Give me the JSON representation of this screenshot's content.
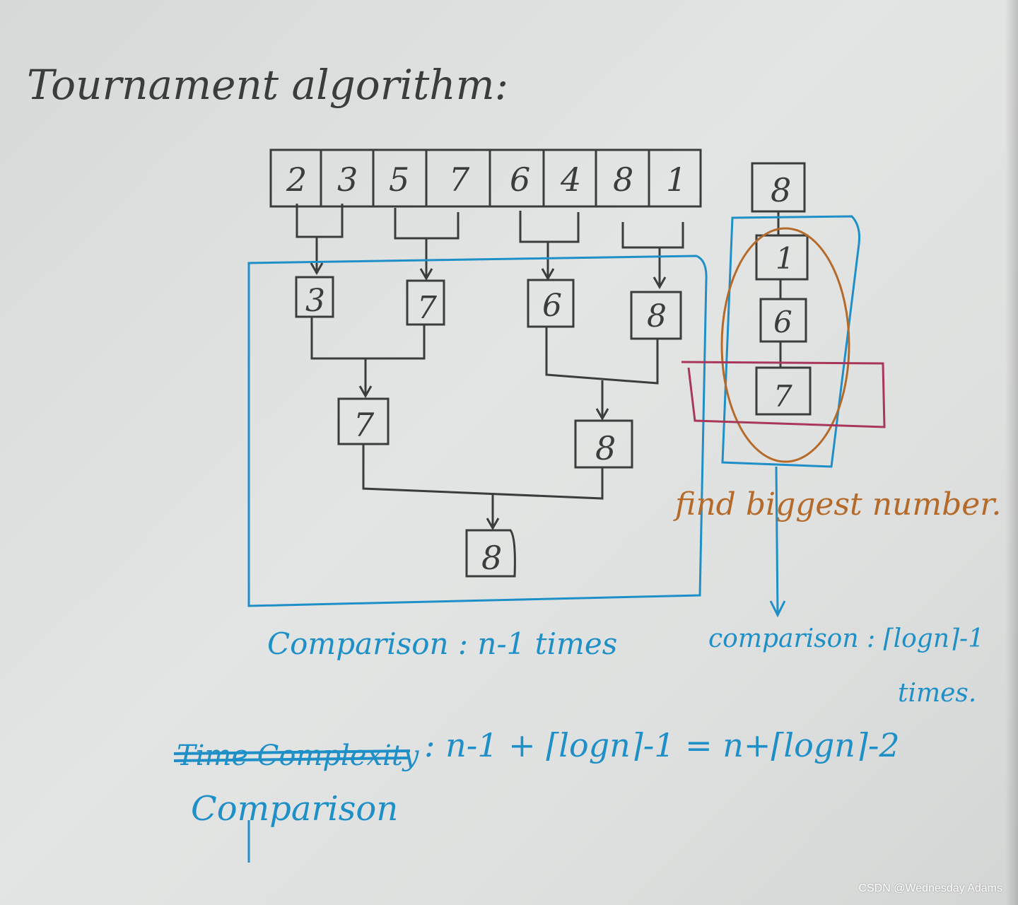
{
  "title": "Tournament algorithm:",
  "array_values": [
    "2",
    "3",
    "5",
    "7",
    "6",
    "4",
    "8",
    "1"
  ],
  "round1_winners": [
    "3",
    "7",
    "6",
    "8"
  ],
  "round2_winners": [
    "7",
    "8"
  ],
  "final_winner": "8",
  "second_chain": {
    "top": "8",
    "items": [
      "1",
      "6",
      "7"
    ]
  },
  "notes": {
    "find_biggest": "find biggest number.",
    "comparison_left": "Comparison : n-1  times",
    "comparison_right_line1": "comparison : ⌈logn⌉-1",
    "comparison_right_line2": "times.",
    "struck_label": "Time Complexity",
    "total_formula": ": n-1 + ⌈logn⌉-1 = n+⌈logn⌉-2",
    "comparison_bottom": "Comparison"
  },
  "watermark": "CSDN @Wednesday Adams",
  "colors": {
    "ink": "#3a3d3b",
    "blue": "#1f8fc7",
    "orange": "#b56a2a",
    "magenta": "#a8375a"
  }
}
